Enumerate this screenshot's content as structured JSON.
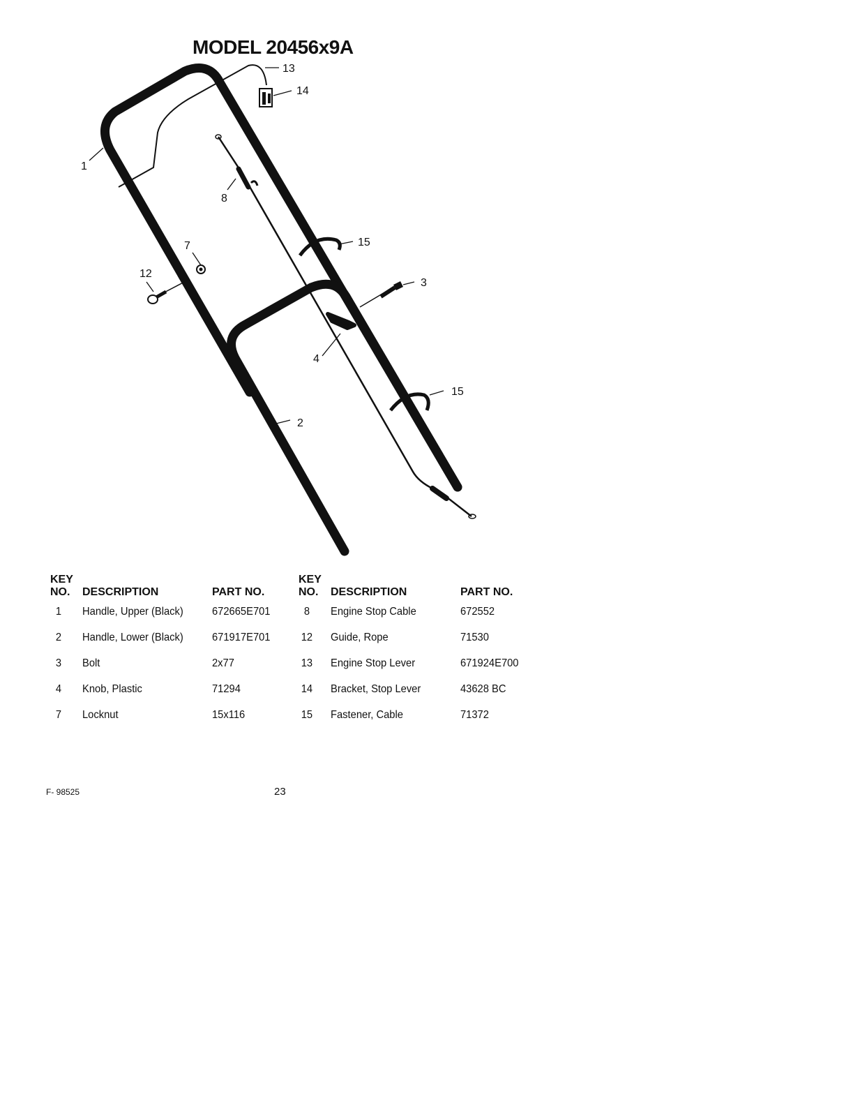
{
  "title": "MODEL 20456x9A",
  "diagram": {
    "callouts": [
      "1",
      "2",
      "3",
      "4",
      "7",
      "8",
      "12",
      "13",
      "14",
      "15",
      "15"
    ]
  },
  "table": {
    "headers": {
      "key_top": "KEY",
      "key_bottom": "NO.",
      "description": "DESCRIPTION",
      "part_no": "PART NO."
    },
    "rows": [
      {
        "left": {
          "key": "1",
          "description": "Handle, Upper (Black)",
          "part": "672665E701"
        },
        "right": {
          "key": "8",
          "description": "Engine Stop Cable",
          "part": "672552"
        }
      },
      {
        "left": {
          "key": "2",
          "description": "Handle, Lower (Black)",
          "part": "671917E701"
        },
        "right": {
          "key": "12",
          "description": "Guide, Rope",
          "part": "71530"
        }
      },
      {
        "left": {
          "key": "3",
          "description": "Bolt",
          "part": "2x77"
        },
        "right": {
          "key": "13",
          "description": "Engine Stop Lever",
          "part": "671924E700"
        }
      },
      {
        "left": {
          "key": "4",
          "description": "Knob, Plastic",
          "part": "71294"
        },
        "right": {
          "key": "14",
          "description": "Bracket, Stop Lever",
          "part": "43628 BC"
        }
      },
      {
        "left": {
          "key": "7",
          "description": "Locknut",
          "part": "15x116"
        },
        "right": {
          "key": "15",
          "description": "Fastener, Cable",
          "part": "71372"
        }
      }
    ]
  },
  "footer": {
    "form_number": "F- 98525",
    "page_number": "23"
  }
}
